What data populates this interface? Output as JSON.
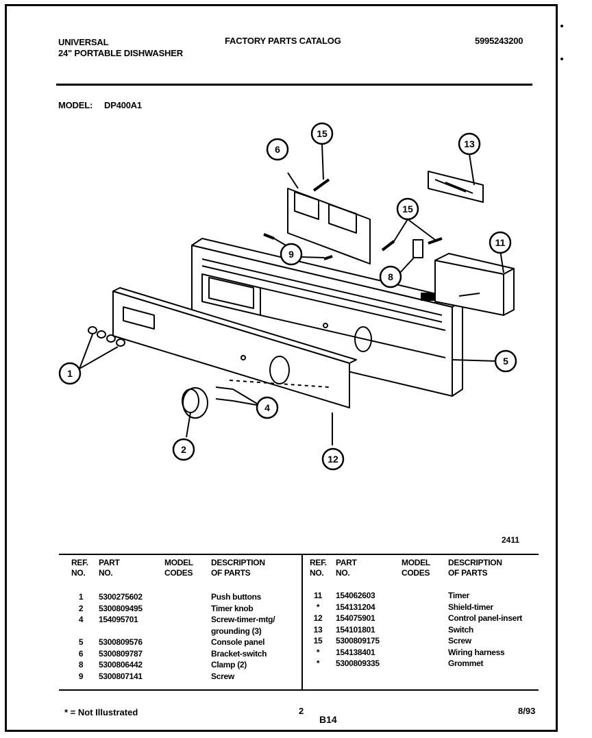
{
  "header": {
    "brand": "UNIVERSAL",
    "product": "24\" PORTABLE DISHWASHER",
    "catalog": "FACTORY PARTS CATALOG",
    "doc_number": "5995243200",
    "model_label": "MODEL:",
    "model_value": "DP400A1"
  },
  "diagram": {
    "callouts": [
      "15",
      "6",
      "13",
      "15",
      "11",
      "9",
      "8",
      "5",
      "1",
      "4",
      "2",
      "12"
    ],
    "figure_code": "2411"
  },
  "table": {
    "headers": {
      "ref": [
        "REF.",
        "NO."
      ],
      "part": [
        "PART",
        "NO."
      ],
      "model": [
        "MODEL",
        "CODES"
      ],
      "desc": [
        "DESCRIPTION",
        "OF PARTS"
      ]
    },
    "left_rows": [
      {
        "ref": "1",
        "part": "5300275602",
        "code": "",
        "desc": "Push buttons"
      },
      {
        "ref": "2",
        "part": "5300809495",
        "code": "",
        "desc": "Timer knob"
      },
      {
        "ref": "4",
        "part": "154095701",
        "code": "",
        "desc": "Screw-timer-mtg/"
      },
      {
        "ref": "",
        "part": "",
        "code": "",
        "desc": "grounding (3)"
      },
      {
        "ref": "5",
        "part": "5300809576",
        "code": "",
        "desc": "Console panel"
      },
      {
        "ref": "6",
        "part": "5300809787",
        "code": "",
        "desc": "Bracket-switch"
      },
      {
        "ref": "8",
        "part": "5300806442",
        "code": "",
        "desc": "Clamp (2)"
      },
      {
        "ref": "9",
        "part": "5300807141",
        "code": "",
        "desc": "Screw"
      }
    ],
    "right_rows": [
      {
        "ref": "11",
        "part": "154062603",
        "code": "",
        "desc": "Timer"
      },
      {
        "ref": "*",
        "part": "154131204",
        "code": "",
        "desc": "Shield-timer"
      },
      {
        "ref": "12",
        "part": "154075901",
        "code": "",
        "desc": "Control panel-insert"
      },
      {
        "ref": "13",
        "part": "154101801",
        "code": "",
        "desc": "Switch"
      },
      {
        "ref": "15",
        "part": "5300809175",
        "code": "",
        "desc": "Screw"
      },
      {
        "ref": "*",
        "part": "154138401",
        "code": "",
        "desc": "Wiring harness"
      },
      {
        "ref": "*",
        "part": "5300809335",
        "code": "",
        "desc": "Grommet"
      }
    ]
  },
  "footer": {
    "note": "* = Not Illustrated",
    "page": "2",
    "section": "B14",
    "date": "8/93"
  }
}
